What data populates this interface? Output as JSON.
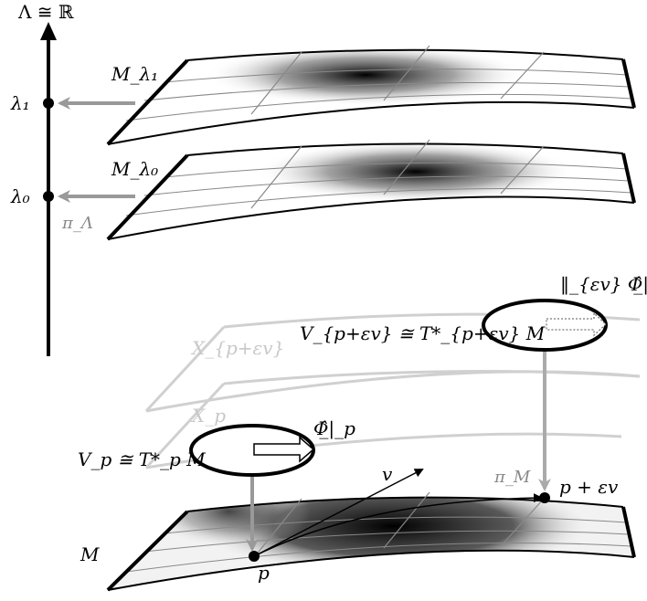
{
  "axis": {
    "label": "Λ ≅ ℝ",
    "lambda1": "λ₁",
    "lambda0": "λ₀",
    "pi_label": "π_Λ"
  },
  "manifolds": {
    "m_lambda1": "M_λ₁",
    "m_lambda0": "M_λ₀",
    "m": "M"
  },
  "fibers": {
    "x_p_eps": "X_{p+εv}",
    "x_p": "X_p",
    "v_p_eps": "V_{p+εv} ≅ T*_{p+εv} M",
    "v_p": "V_p ≅ T*_p M",
    "transport_label": "‖_{εv} Φ̲̂|_p",
    "phi_label": "Φ̲̂|_p"
  },
  "points": {
    "p": "p",
    "p_eps": "p + εv",
    "v": "v",
    "pi_m": "π_M"
  },
  "colors": {
    "line": "#000000",
    "gray_arrow": "#999999",
    "faint": "#d0d0d0",
    "grid": "#888888"
  }
}
